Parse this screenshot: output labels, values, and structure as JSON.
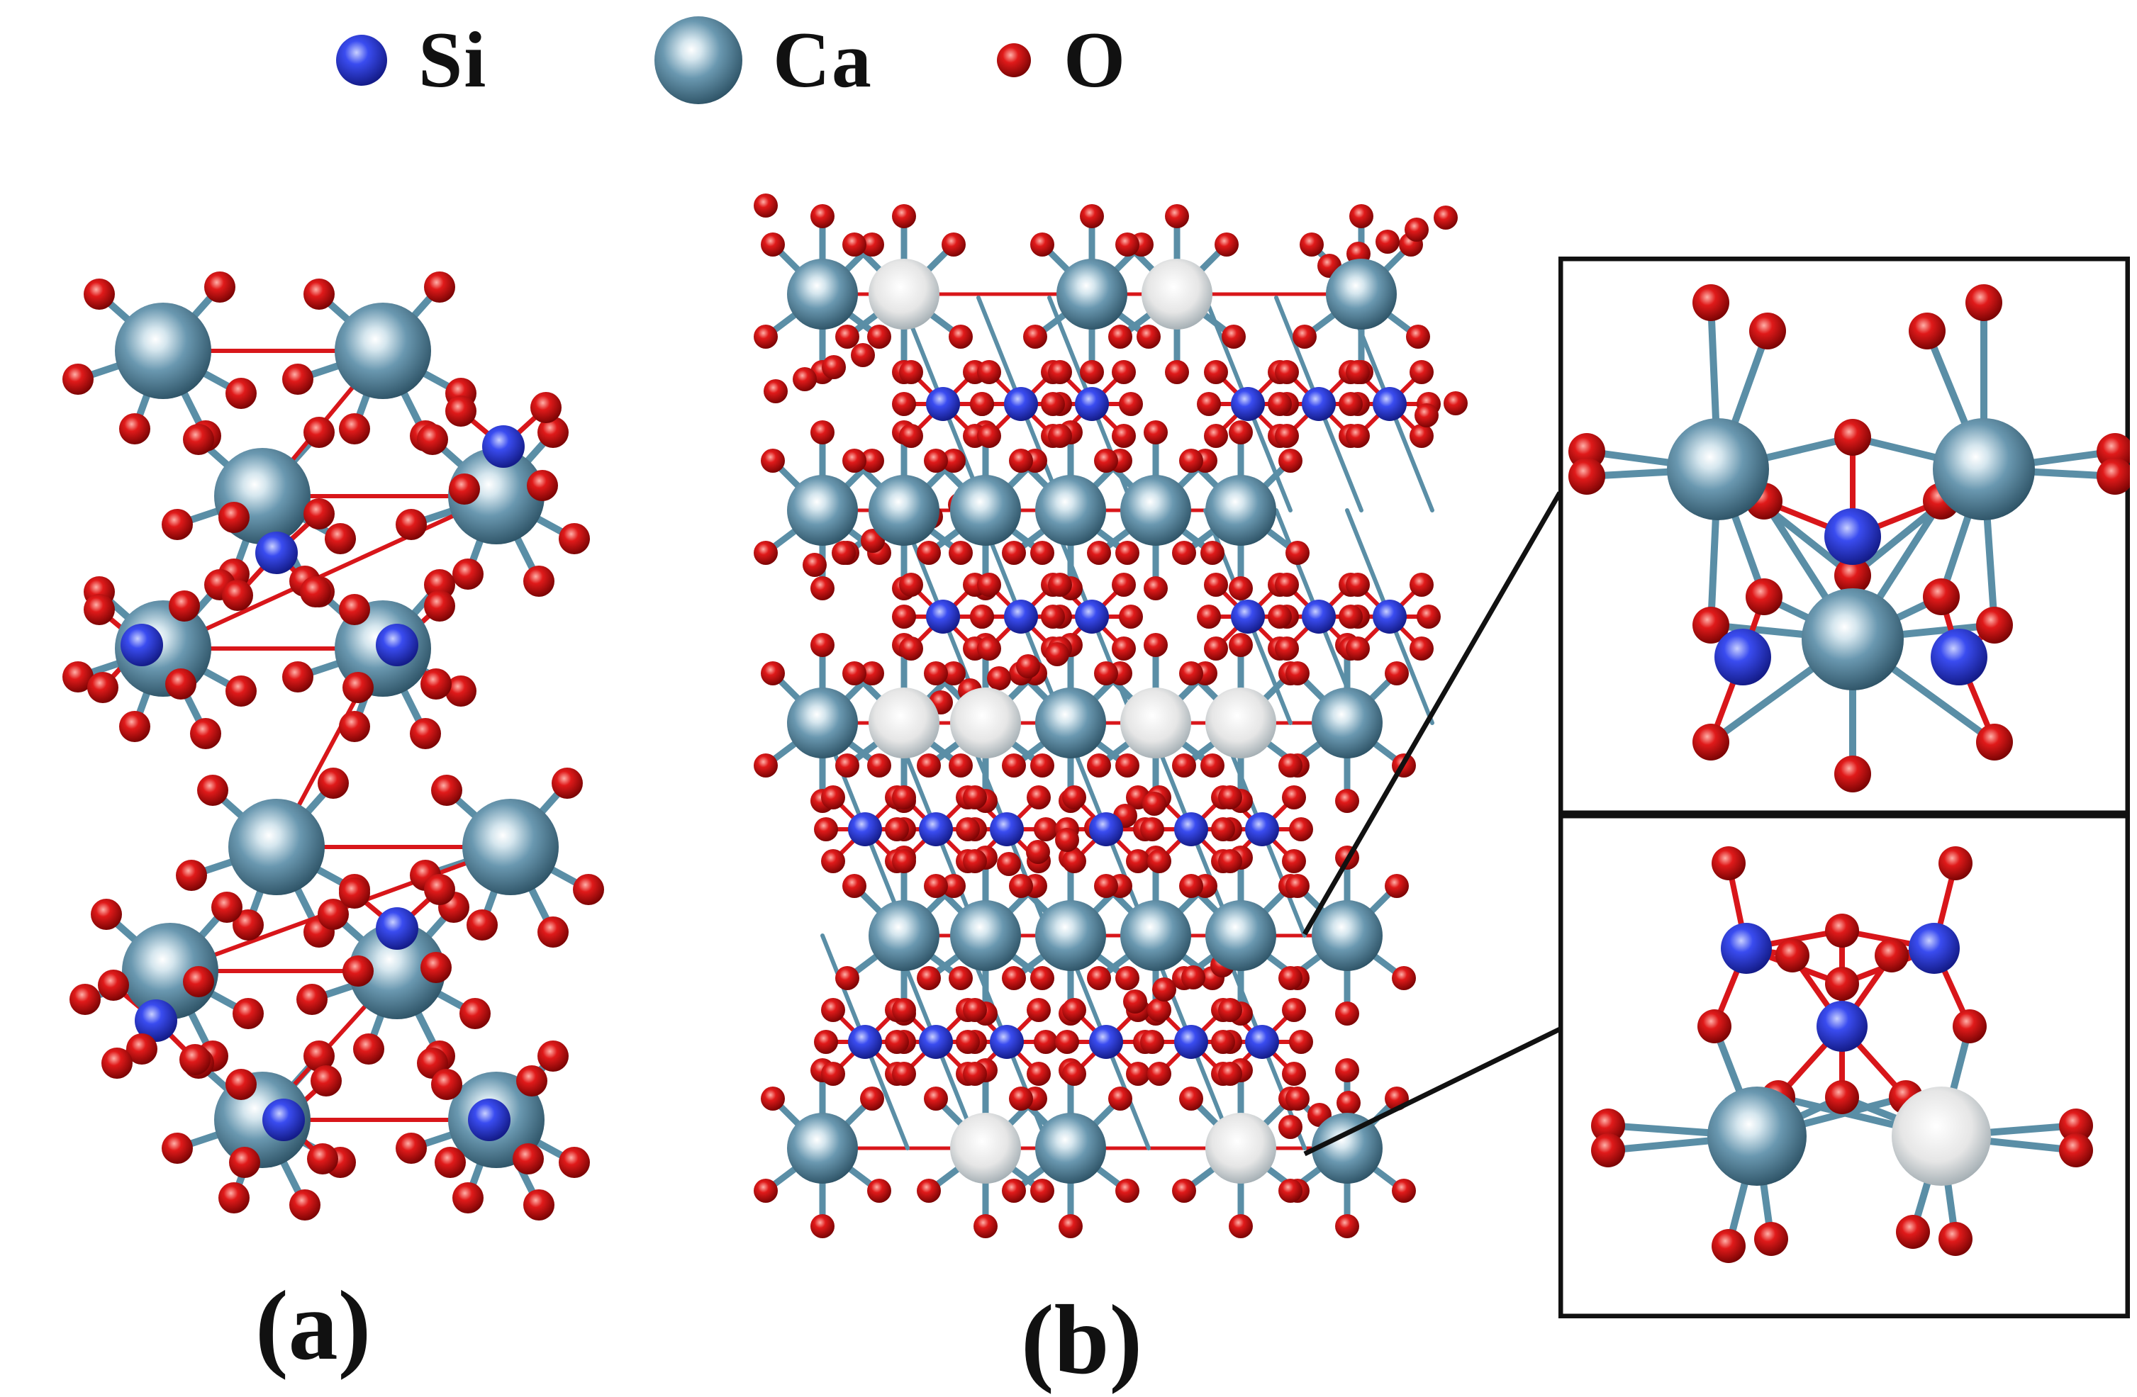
{
  "legend": {
    "si_label": "Si",
    "ca_label": "Ca",
    "o_label": "O"
  },
  "panels": {
    "a_label": "(a)",
    "b_label": "(b)"
  },
  "colors": {
    "si": "#2f3fd6",
    "ca": "#5f8fa8",
    "o": "#d8161a",
    "vacancy": "#e8e8e8",
    "bond": "#5a8ea6",
    "inset_border": "#111111"
  },
  "icons": [
    "si-atom-icon",
    "ca-atom-icon",
    "o-atom-icon"
  ]
}
